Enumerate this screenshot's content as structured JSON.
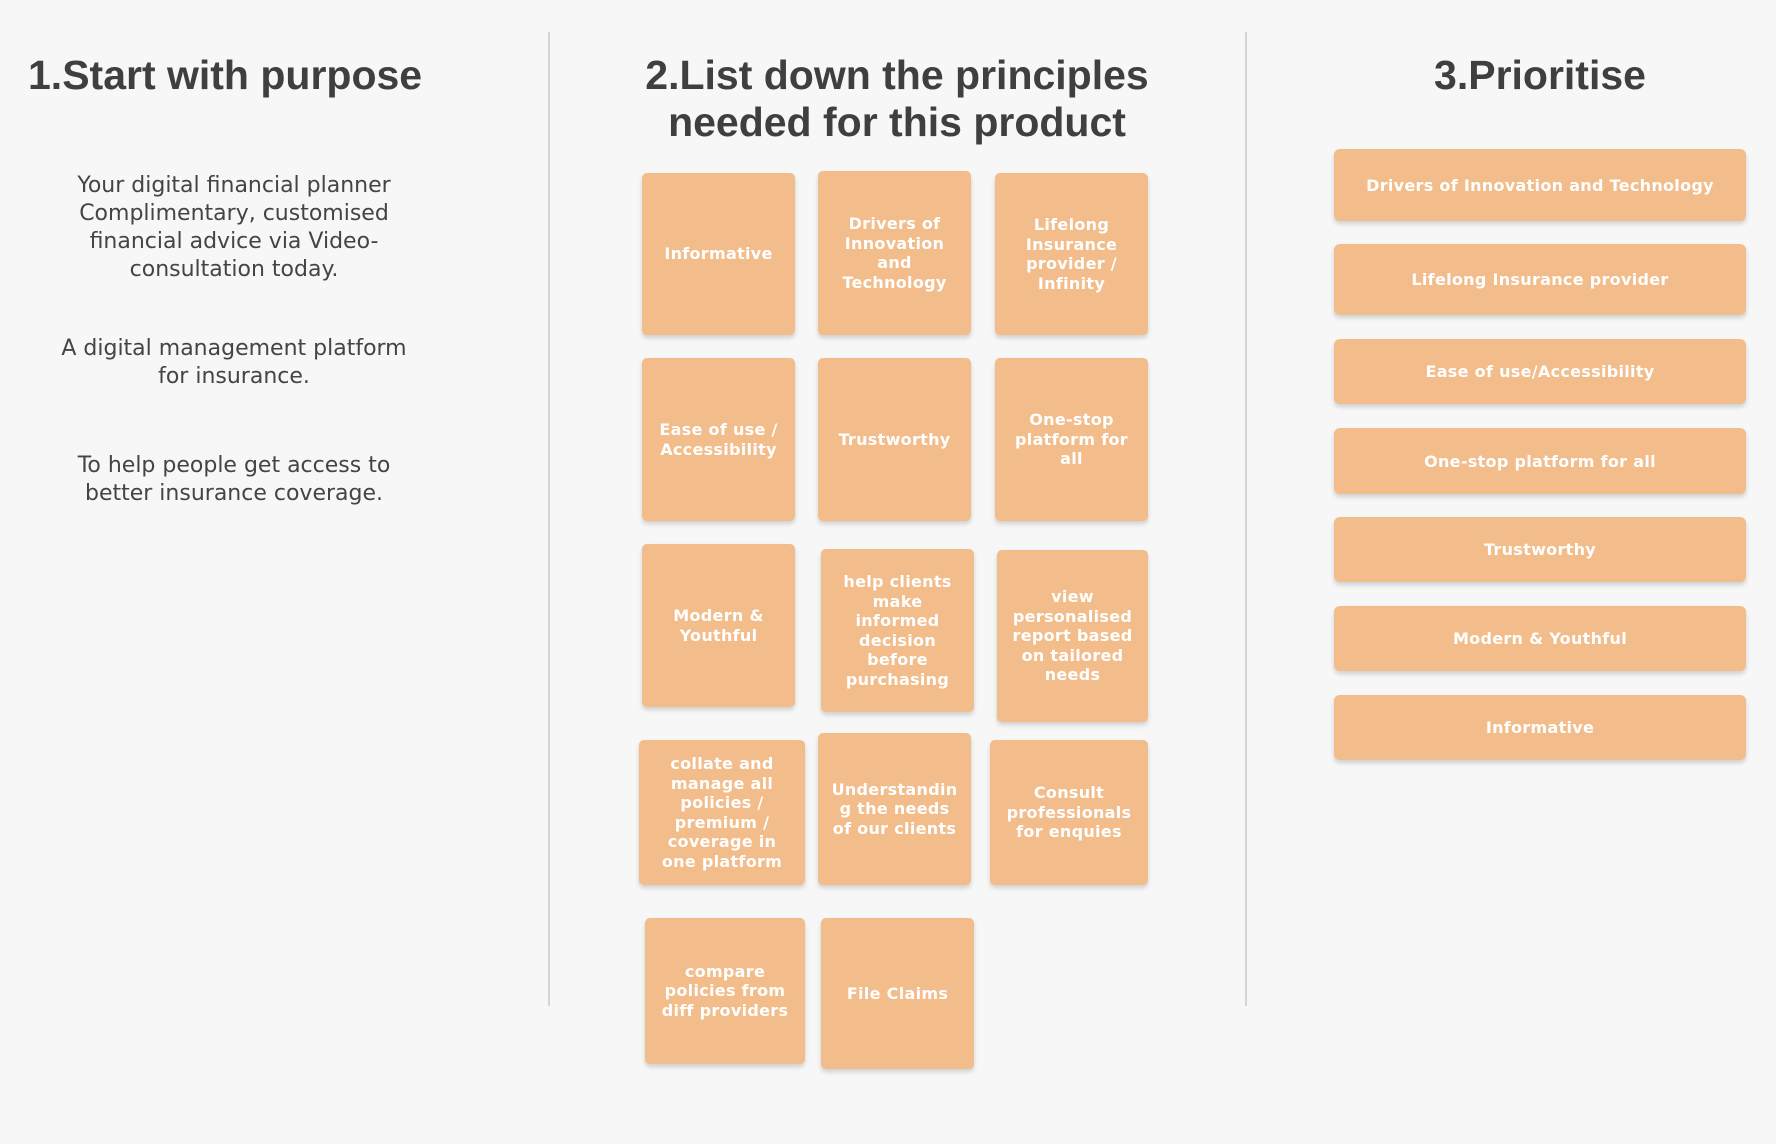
{
  "columns": {
    "purpose": {
      "heading": "1.Start with purpose",
      "paragraphs": [
        "Your digital financial planner Complimentary, customised financial advice via Video-consultation today.",
        "A digital management platform for insurance.",
        "To help people get access to better insurance coverage."
      ]
    },
    "principles": {
      "heading_line1": "2.List down the principles",
      "heading_line2": "needed for this product",
      "notes": [
        "Informative",
        "Drivers of Innovation and Technology",
        "Lifelong Insurance provider / Infinity",
        "Ease of use / Accessibility",
        "Trustworthy",
        "One-stop platform for all",
        "Modern & Youthful",
        "help clients make informed decision before purchasing",
        "view personalised report based on tailored needs",
        "collate and manage all policies / premium / coverage in one platform",
        "Understanding the needs of our clients",
        "Consult professionals for enquies",
        "compare policies from diff providers",
        "File Claims"
      ]
    },
    "prioritise": {
      "heading": "3.Prioritise",
      "items": [
        "Drivers of Innovation and Technology",
        "Lifelong Insurance provider",
        "Ease of use/Accessibility",
        "One-stop platform for all",
        "Trustworthy",
        "Modern & Youthful",
        "Informative"
      ]
    }
  },
  "colors": {
    "note": "#f2bc8b",
    "note_text": "#ffffff",
    "heading": "#3f3f3f",
    "background": "#f7f7f7",
    "divider": "#d4d4d4"
  }
}
